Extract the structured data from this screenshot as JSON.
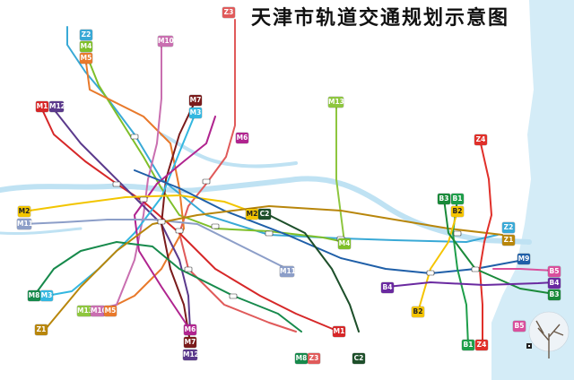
{
  "title": "天津市轨道交通规划示意图",
  "colors": {
    "sea": "#d4ecf7",
    "river": "#bfe2f3",
    "M1": "#d62728",
    "M2": "#f2c500",
    "M3": "#33b7e0",
    "M4": "#7fbf2a",
    "M5": "#e8792b",
    "M6": "#b0248f",
    "M7": "#7a1b1b",
    "M8": "#178a4c",
    "M9": "#1f5fa8",
    "M10": "#c96fb0",
    "M11": "#8c9ec8",
    "M12": "#5b3a8c",
    "M13": "#8ec63f",
    "Z1": "#b8860b",
    "Z2": "#39a9d6",
    "Z3": "#e05a5a",
    "Z4": "#e0302a",
    "B1": "#1e9e4a",
    "B2": "#f5c400",
    "B3": "#1a8a3a",
    "B4": "#6a2aa0",
    "B5": "#d94f9c",
    "C2": "#1d4f2a"
  },
  "badges": [
    {
      "id": "b-z3-top",
      "text": "Z3",
      "color": "#e05a5a"
    },
    {
      "id": "b-z2-top",
      "text": "Z2",
      "color": "#39a9d6"
    },
    {
      "id": "b-m4-top",
      "text": "M4",
      "color": "#7fbf2a"
    },
    {
      "id": "b-m5-top",
      "text": "M5",
      "color": "#e8792b"
    },
    {
      "id": "b-m10-top",
      "text": "M10",
      "color": "#c96fb0"
    },
    {
      "id": "b-m1-left",
      "text": "M1",
      "color": "#d62728"
    },
    {
      "id": "b-m12-left",
      "text": "M12",
      "color": "#5b3a8c"
    },
    {
      "id": "b-m7-top",
      "text": "M7",
      "color": "#7a1b1b"
    },
    {
      "id": "b-m3-top",
      "text": "M3",
      "color": "#33b7e0"
    },
    {
      "id": "b-m13-top",
      "text": "M13",
      "color": "#8ec63f"
    },
    {
      "id": "b-m6-mid",
      "text": "M6",
      "color": "#b0248f"
    },
    {
      "id": "b-z4-top",
      "text": "Z4",
      "color": "#e0302a"
    },
    {
      "id": "b-b3-top",
      "text": "B3",
      "color": "#1a8a3a"
    },
    {
      "id": "b-b1-top",
      "text": "B1",
      "color": "#1e9e4a"
    },
    {
      "id": "b-b2-top",
      "text": "B2",
      "color": "#f5c400"
    },
    {
      "id": "b-m2-left",
      "text": "M2",
      "color": "#f2c500"
    },
    {
      "id": "b-m11-left",
      "text": "M11",
      "color": "#8c9ec8"
    },
    {
      "id": "b-m2-mid",
      "text": "M2",
      "color": "#f2c500"
    },
    {
      "id": "b-c2-mid",
      "text": "C2",
      "color": "#1d4f2a"
    },
    {
      "id": "b-z2-right",
      "text": "Z2",
      "color": "#39a9d6"
    },
    {
      "id": "b-z1-right",
      "text": "Z1",
      "color": "#b8860b"
    },
    {
      "id": "b-m4-mid",
      "text": "M4",
      "color": "#7fbf2a"
    },
    {
      "id": "b-m9-right",
      "text": "M9",
      "color": "#1f5fa8"
    },
    {
      "id": "b-b5-right",
      "text": "B5",
      "color": "#d94f9c"
    },
    {
      "id": "b-b4-right",
      "text": "B4",
      "color": "#6a2aa0"
    },
    {
      "id": "b-b3-right",
      "text": "B3",
      "color": "#1a8a3a"
    },
    {
      "id": "b-m11-mid",
      "text": "M11",
      "color": "#8c9ec8"
    },
    {
      "id": "b-m8-left",
      "text": "M8",
      "color": "#178a4c"
    },
    {
      "id": "b-m3-left",
      "text": "M3",
      "color": "#33b7e0"
    },
    {
      "id": "b-b4-mid",
      "text": "B4",
      "color": "#6a2aa0"
    },
    {
      "id": "b-m13-bl",
      "text": "M13",
      "color": "#8ec63f"
    },
    {
      "id": "b-m10-bl",
      "text": "M10",
      "color": "#c96fb0"
    },
    {
      "id": "b-m5-bl",
      "text": "M5",
      "color": "#e8792b"
    },
    {
      "id": "b-b2-mid",
      "text": "B2",
      "color": "#f5c400"
    },
    {
      "id": "b-b5-low",
      "text": "B5",
      "color": "#d94f9c"
    },
    {
      "id": "b-m6-low",
      "text": "M6",
      "color": "#b0248f"
    },
    {
      "id": "b-m7-low",
      "text": "M7",
      "color": "#7a1b1b"
    },
    {
      "id": "b-m12-low",
      "text": "M12",
      "color": "#5b3a8c"
    },
    {
      "id": "b-m1-low",
      "text": "M1",
      "color": "#d62728"
    },
    {
      "id": "b-z1-low",
      "text": "Z1",
      "color": "#b8860b"
    },
    {
      "id": "b-m8-low",
      "text": "M8",
      "color": "#178a4c"
    },
    {
      "id": "b-z3-low",
      "text": "Z3",
      "color": "#e05a5a"
    },
    {
      "id": "b-c2-low",
      "text": "C2",
      "color": "#1d4f2a"
    },
    {
      "id": "b-b1-low",
      "text": "B1",
      "color": "#1e9e4a"
    },
    {
      "id": "b-z4-low",
      "text": "Z4",
      "color": "#e0302a"
    }
  ]
}
